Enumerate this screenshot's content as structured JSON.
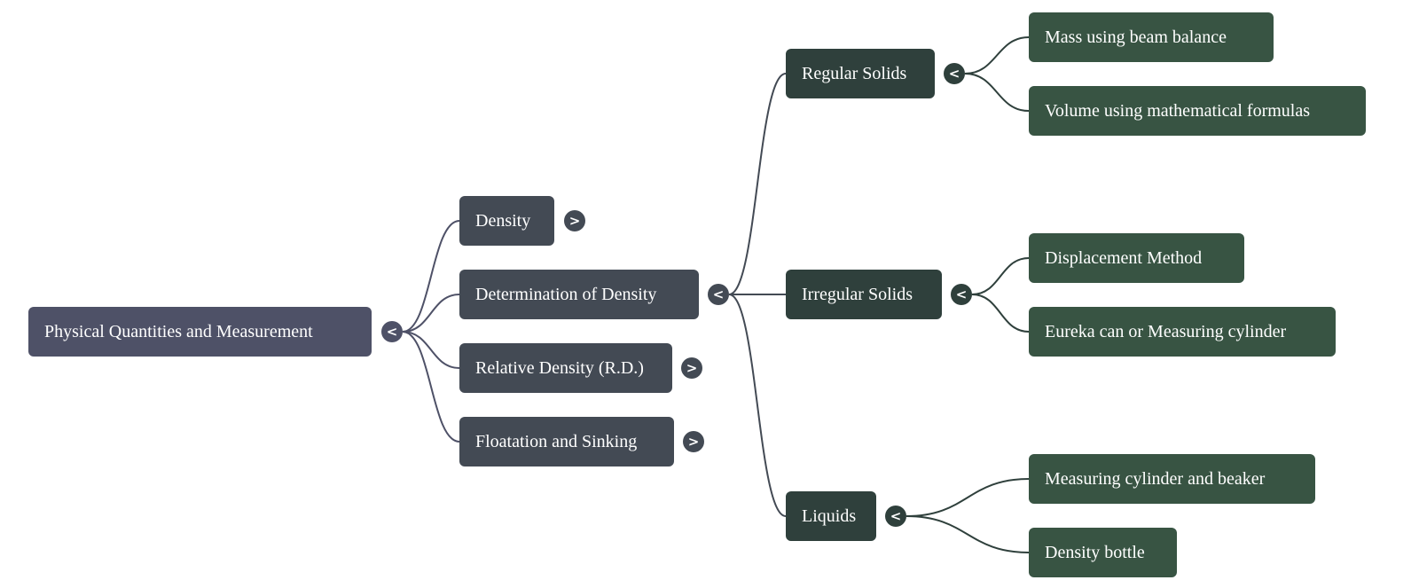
{
  "colors": {
    "root": "#4e5167",
    "level1": "#434a54",
    "level2": "#2f403c",
    "level3": "#385443",
    "link_level1": "#4e5167",
    "link_level2": "#434a54",
    "link_level3": "#2f403c"
  },
  "icons": {
    "collapse": "<",
    "expand": ">"
  },
  "mindmap": {
    "root": {
      "id": "root",
      "label": "Physical Quantities and Measurement",
      "toggle": "collapse",
      "children": [
        {
          "id": "density",
          "label": "Density",
          "toggle": "expand"
        },
        {
          "id": "determination",
          "label": "Determination of Density",
          "toggle": "collapse",
          "children": [
            {
              "id": "regular",
              "label": "Regular Solids",
              "toggle": "collapse",
              "children": [
                {
                  "id": "mass",
                  "label": "Mass using beam balance"
                },
                {
                  "id": "volume",
                  "label": "Volume using mathematical formulas"
                }
              ]
            },
            {
              "id": "irregular",
              "label": "Irregular Solids",
              "toggle": "collapse",
              "children": [
                {
                  "id": "displacement",
                  "label": "Displacement Method"
                },
                {
                  "id": "eureka",
                  "label": "Eureka can or Measuring cylinder"
                }
              ]
            },
            {
              "id": "liquids",
              "label": "Liquids",
              "toggle": "collapse",
              "children": [
                {
                  "id": "cylinder-beaker",
                  "label": "Measuring cylinder and beaker"
                },
                {
                  "id": "bottle",
                  "label": "Density bottle"
                }
              ]
            }
          ]
        },
        {
          "id": "relative",
          "label": "Relative Density (R.D.)",
          "toggle": "expand"
        },
        {
          "id": "floatation",
          "label": "Floatation and Sinking",
          "toggle": "expand"
        }
      ]
    }
  }
}
